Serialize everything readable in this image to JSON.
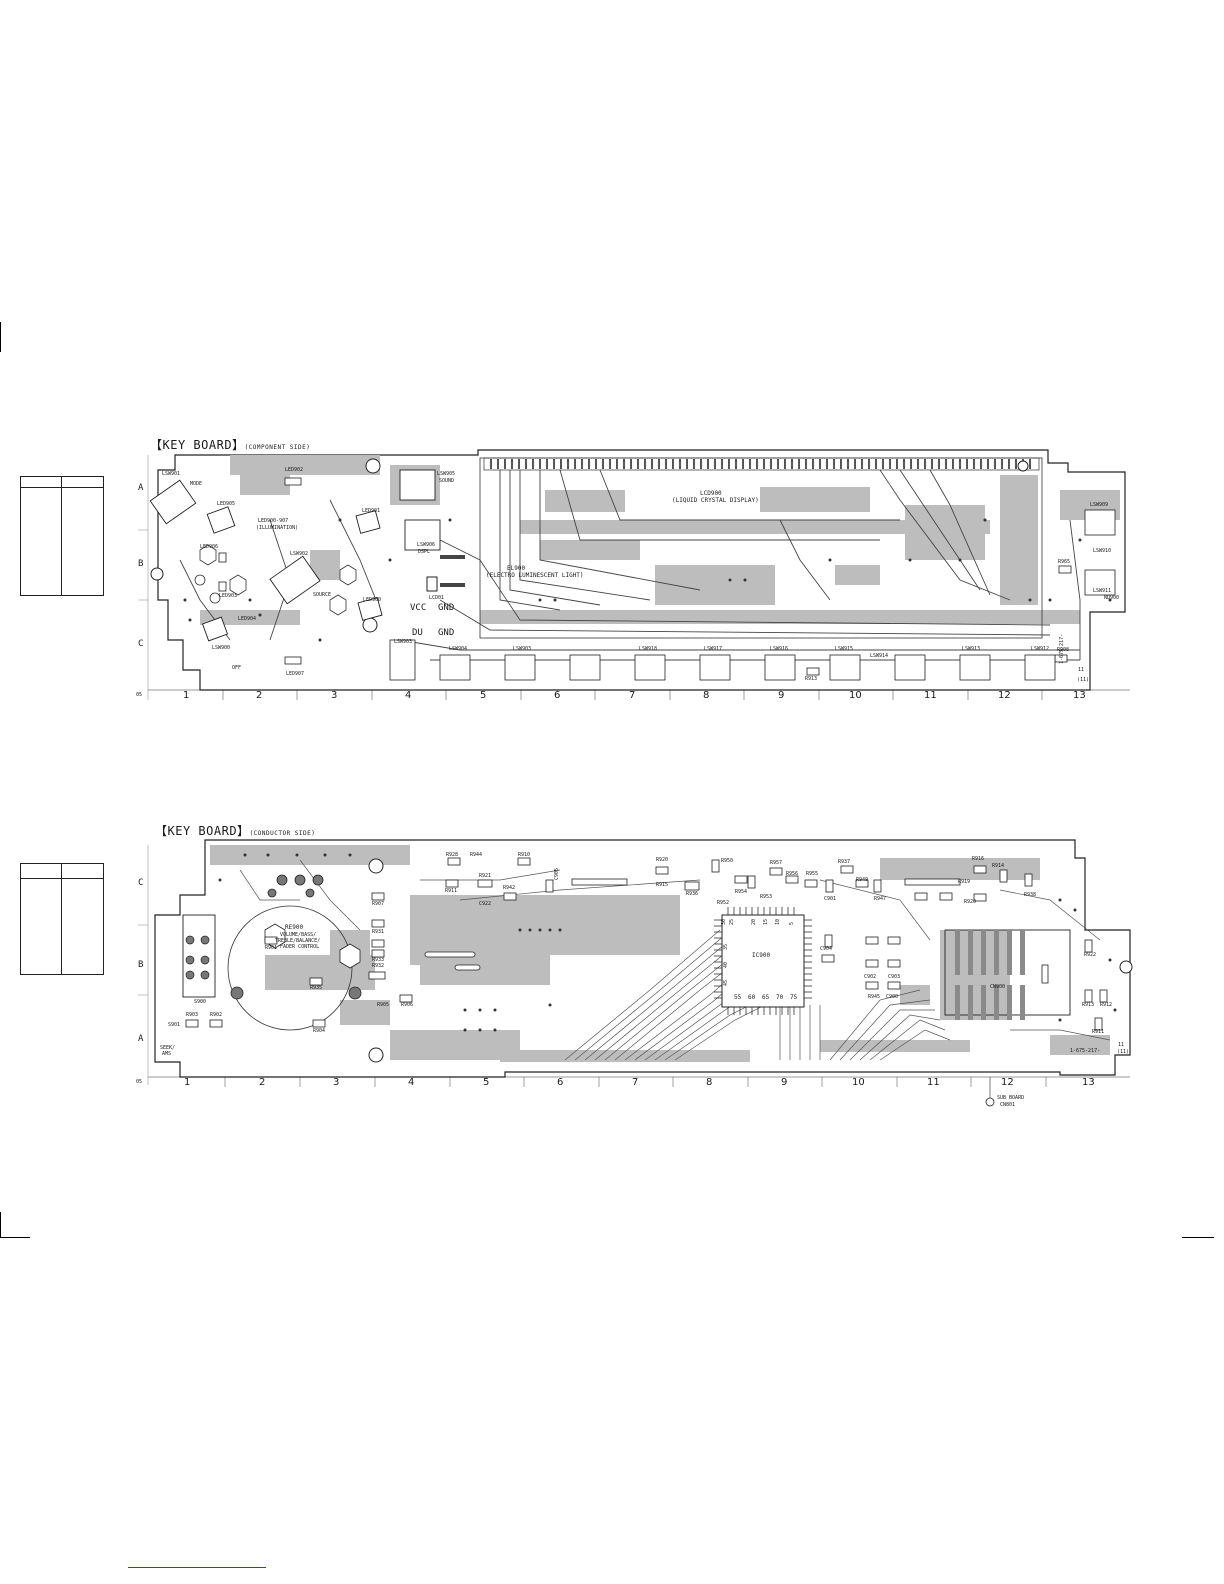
{
  "page": {
    "top_board": {
      "title": "KEY BOARD",
      "side": "(COMPONENT SIDE)",
      "row_labels": [
        "A",
        "B",
        "C"
      ],
      "column_labels": [
        "1",
        "2",
        "3",
        "4",
        "5",
        "6",
        "7",
        "8",
        "9",
        "10",
        "11",
        "12",
        "13"
      ],
      "corner_code": "05",
      "components": [
        {
          "text": "LSW901"
        },
        {
          "text": "MODE"
        },
        {
          "text": "LED902"
        },
        {
          "text": "LSW905"
        },
        {
          "text": "SOUND"
        },
        {
          "text": "LED905"
        },
        {
          "text": "LED901"
        },
        {
          "text": "LED900-907"
        },
        {
          "text": "(ILLUMINATION)"
        },
        {
          "text": "LED906"
        },
        {
          "text": "LSW902"
        },
        {
          "text": "SOURCE"
        },
        {
          "text": "LSW906"
        },
        {
          "text": "DSPL"
        },
        {
          "text": "LED903"
        },
        {
          "text": "LED900"
        },
        {
          "text": "LED904"
        },
        {
          "text": "LSW900"
        },
        {
          "text": "OFF"
        },
        {
          "text": "LED907"
        },
        {
          "text": "LSW903"
        },
        {
          "text": "LSW904"
        },
        {
          "text": "LSW903"
        },
        {
          "text": "LSW918"
        },
        {
          "text": "LSW917"
        },
        {
          "text": "LSW916"
        },
        {
          "text": "LSW915"
        },
        {
          "text": "LSW914"
        },
        {
          "text": "LSW913"
        },
        {
          "text": "LSW912"
        },
        {
          "text": "LSW909"
        },
        {
          "text": "LSW910"
        },
        {
          "text": "LSW911"
        },
        {
          "text": "ND900"
        },
        {
          "text": "R913"
        },
        {
          "text": "R908"
        },
        {
          "text": "R965"
        },
        {
          "text": "LCD900"
        },
        {
          "text": "(LIQUID CRYSTAL DISPLAY)"
        },
        {
          "text": "EL900"
        },
        {
          "text": "(ELECTRO LUMINESCENT LIGHT)"
        },
        {
          "text": "VCC"
        },
        {
          "text": "GND"
        },
        {
          "text": "DU"
        },
        {
          "text": "GND"
        },
        {
          "text": "LCD01"
        },
        {
          "text": "1-675-217-"
        },
        {
          "text": "11"
        },
        {
          "text": "(11)"
        }
      ]
    },
    "bottom_board": {
      "title": "KEY BOARD",
      "side": "(CONDUCTOR SIDE)",
      "row_labels": [
        "C",
        "B",
        "A"
      ],
      "column_labels": [
        "1",
        "2",
        "3",
        "4",
        "5",
        "6",
        "7",
        "8",
        "9",
        "10",
        "11",
        "12",
        "13"
      ],
      "corner_code": "05",
      "components": [
        {
          "text": "RE900"
        },
        {
          "text": "VOLUME/BASS/"
        },
        {
          "text": "TREBLE/BALANCE/"
        },
        {
          "text": "FADER CONTROL"
        },
        {
          "text": "S900"
        },
        {
          "text": "S901"
        },
        {
          "text": "SEEK/"
        },
        {
          "text": "AMS"
        },
        {
          "text": "R903"
        },
        {
          "text": "R902"
        },
        {
          "text": "R904"
        },
        {
          "text": "R935"
        },
        {
          "text": "R905"
        },
        {
          "text": "R906"
        },
        {
          "text": "R907"
        },
        {
          "text": "R931"
        },
        {
          "text": "R933"
        },
        {
          "text": "R932"
        },
        {
          "text": "R901"
        },
        {
          "text": "R928"
        },
        {
          "text": "R944"
        },
        {
          "text": "R911"
        },
        {
          "text": "R921"
        },
        {
          "text": "C922"
        },
        {
          "text": "R942"
        },
        {
          "text": "R910"
        },
        {
          "text": "C905"
        },
        {
          "text": "R920"
        },
        {
          "text": "R915"
        },
        {
          "text": "R936"
        },
        {
          "text": "R950"
        },
        {
          "text": "R952"
        },
        {
          "text": "R957"
        },
        {
          "text": "R956"
        },
        {
          "text": "R955"
        },
        {
          "text": "R954"
        },
        {
          "text": "R953"
        },
        {
          "text": "R937"
        },
        {
          "text": "R949"
        },
        {
          "text": "R947"
        },
        {
          "text": "C901"
        },
        {
          "text": "C904"
        },
        {
          "text": "IC900"
        },
        {
          "text": "C900"
        },
        {
          "text": "R945"
        },
        {
          "text": "C902"
        },
        {
          "text": "C903"
        },
        {
          "text": "R916"
        },
        {
          "text": "R914"
        },
        {
          "text": "R919"
        },
        {
          "text": "R920"
        },
        {
          "text": "R938"
        },
        {
          "text": "CN900"
        },
        {
          "text": "R922"
        },
        {
          "text": "R913"
        },
        {
          "text": "R912"
        },
        {
          "text": "R911"
        },
        {
          "text": "1-675-217-"
        },
        {
          "text": "11"
        },
        {
          "text": "(11)"
        }
      ],
      "ic_pin_numbers": [
        "30",
        "25",
        "35",
        "40",
        "45",
        "55",
        "60",
        "65",
        "70",
        "75",
        "20",
        "15",
        "10",
        "5"
      ],
      "sub_board_note": [
        "SUB BOARD",
        "CN801"
      ]
    }
  }
}
